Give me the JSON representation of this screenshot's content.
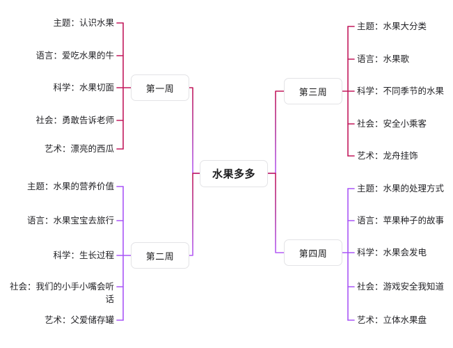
{
  "diagram": {
    "title": "水果多多",
    "type": "mind-map",
    "background": "#ffffff",
    "colors": {
      "branch_pink": "#c2185b",
      "branch_purple": "#a855f7",
      "node_border": "#e3e3e6",
      "node_background": "#ffffff",
      "text": "#222226"
    }
  },
  "center": {
    "label": "水果多多"
  },
  "branches": [
    {
      "id": "week-1",
      "label": "第一周",
      "color": "#c2185b",
      "side": "left",
      "leaves": [
        {
          "label": "主题：认识水果"
        },
        {
          "label": "语言：爱吃水果的牛"
        },
        {
          "label": "科学：水果切面"
        },
        {
          "label": "社会：勇敢告诉老师"
        },
        {
          "label": "艺术：漂亮的西瓜"
        }
      ]
    },
    {
      "id": "week-2",
      "label": "第二周",
      "color": "#a855f7",
      "side": "left",
      "leaves": [
        {
          "label": "主题：水果的营养价值"
        },
        {
          "label": "语言：水果宝宝去旅行"
        },
        {
          "label": "科学：生长过程"
        },
        {
          "label": "社会：我们的小手小嘴会听话"
        },
        {
          "label": "艺术：父爱储存罐"
        }
      ]
    },
    {
      "id": "week-3",
      "label": "第三周",
      "color": "#c2185b",
      "side": "right",
      "leaves": [
        {
          "label": "主题：水果大分类"
        },
        {
          "label": "语言：水果歌"
        },
        {
          "label": "科学：不同季节的水果"
        },
        {
          "label": "社会：安全小乘客"
        },
        {
          "label": "艺术：龙舟挂饰"
        }
      ]
    },
    {
      "id": "week-4",
      "label": "第四周",
      "color": "#a855f7",
      "side": "right",
      "leaves": [
        {
          "label": "主题：水果的处理方式"
        },
        {
          "label": "语言：苹果种子的故事"
        },
        {
          "label": "科学：水果会发电"
        },
        {
          "label": "社会：游戏安全我知道"
        },
        {
          "label": "艺术：立体水果盘"
        }
      ]
    }
  ]
}
